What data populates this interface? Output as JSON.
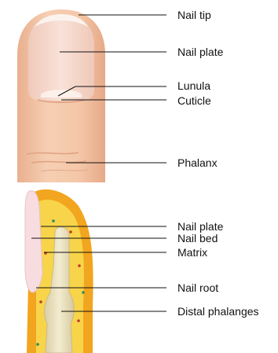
{
  "colors": {
    "skin": "#f3c5a6",
    "skin_shadow": "#e8ab8a",
    "nail": "#f7dcd0",
    "nail_tip": "#fbf0ea",
    "lunula": "#fdf2ec",
    "tissue_orange": "#f2a51e",
    "tissue_yellow": "#f8d44a",
    "bone": "#efe6c4",
    "bone_shadow": "#d8ccA0",
    "dot_red": "#c0392b",
    "dot_green": "#2e8b57",
    "text": "#111111"
  },
  "labels": {
    "nail_tip": "Nail tip",
    "nail_plate_top": "Nail plate",
    "lunula": "Lunula",
    "cuticle": "Cuticle",
    "phalanx": "Phalanx",
    "nail_plate_bottom": "Nail plate",
    "nail_bed": "Nail bed",
    "matrix": "Matrix",
    "nail_root": "Nail root",
    "distal_phalanges": "Distal phalanges"
  }
}
